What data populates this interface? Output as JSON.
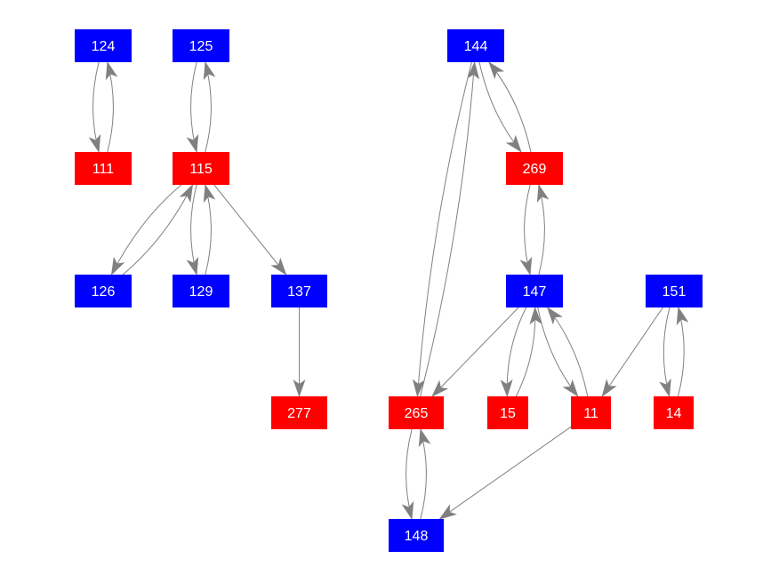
{
  "colors": {
    "blue": "#0000ff",
    "red": "#ff0000",
    "edge": "#808080"
  },
  "nodes": [
    {
      "id": "124",
      "label": "124",
      "color": "blue"
    },
    {
      "id": "125",
      "label": "125",
      "color": "blue"
    },
    {
      "id": "144",
      "label": "144",
      "color": "blue"
    },
    {
      "id": "111",
      "label": "111",
      "color": "red"
    },
    {
      "id": "115",
      "label": "115",
      "color": "red"
    },
    {
      "id": "269",
      "label": "269",
      "color": "red"
    },
    {
      "id": "126",
      "label": "126",
      "color": "blue"
    },
    {
      "id": "129",
      "label": "129",
      "color": "blue"
    },
    {
      "id": "137",
      "label": "137",
      "color": "blue"
    },
    {
      "id": "147",
      "label": "147",
      "color": "blue"
    },
    {
      "id": "151",
      "label": "151",
      "color": "blue"
    },
    {
      "id": "277",
      "label": "277",
      "color": "red"
    },
    {
      "id": "265",
      "label": "265",
      "color": "red"
    },
    {
      "id": "15",
      "label": "15",
      "color": "red"
    },
    {
      "id": "11",
      "label": "11",
      "color": "red"
    },
    {
      "id": "14",
      "label": "14",
      "color": "red"
    },
    {
      "id": "148",
      "label": "148",
      "color": "blue"
    }
  ],
  "edges": [
    [
      "124",
      "111"
    ],
    [
      "111",
      "124"
    ],
    [
      "125",
      "115"
    ],
    [
      "115",
      "125"
    ],
    [
      "115",
      "126"
    ],
    [
      "126",
      "115"
    ],
    [
      "115",
      "129"
    ],
    [
      "129",
      "115"
    ],
    [
      "115",
      "137"
    ],
    [
      "137",
      "277"
    ],
    [
      "144",
      "269"
    ],
    [
      "269",
      "144"
    ],
    [
      "144",
      "265"
    ],
    [
      "265",
      "144"
    ],
    [
      "269",
      "147"
    ],
    [
      "147",
      "269"
    ],
    [
      "147",
      "265"
    ],
    [
      "147",
      "15"
    ],
    [
      "15",
      "147"
    ],
    [
      "147",
      "11"
    ],
    [
      "11",
      "147"
    ],
    [
      "151",
      "11"
    ],
    [
      "151",
      "14"
    ],
    [
      "14",
      "151"
    ],
    [
      "265",
      "148"
    ],
    [
      "148",
      "265"
    ],
    [
      "11",
      "148"
    ]
  ]
}
